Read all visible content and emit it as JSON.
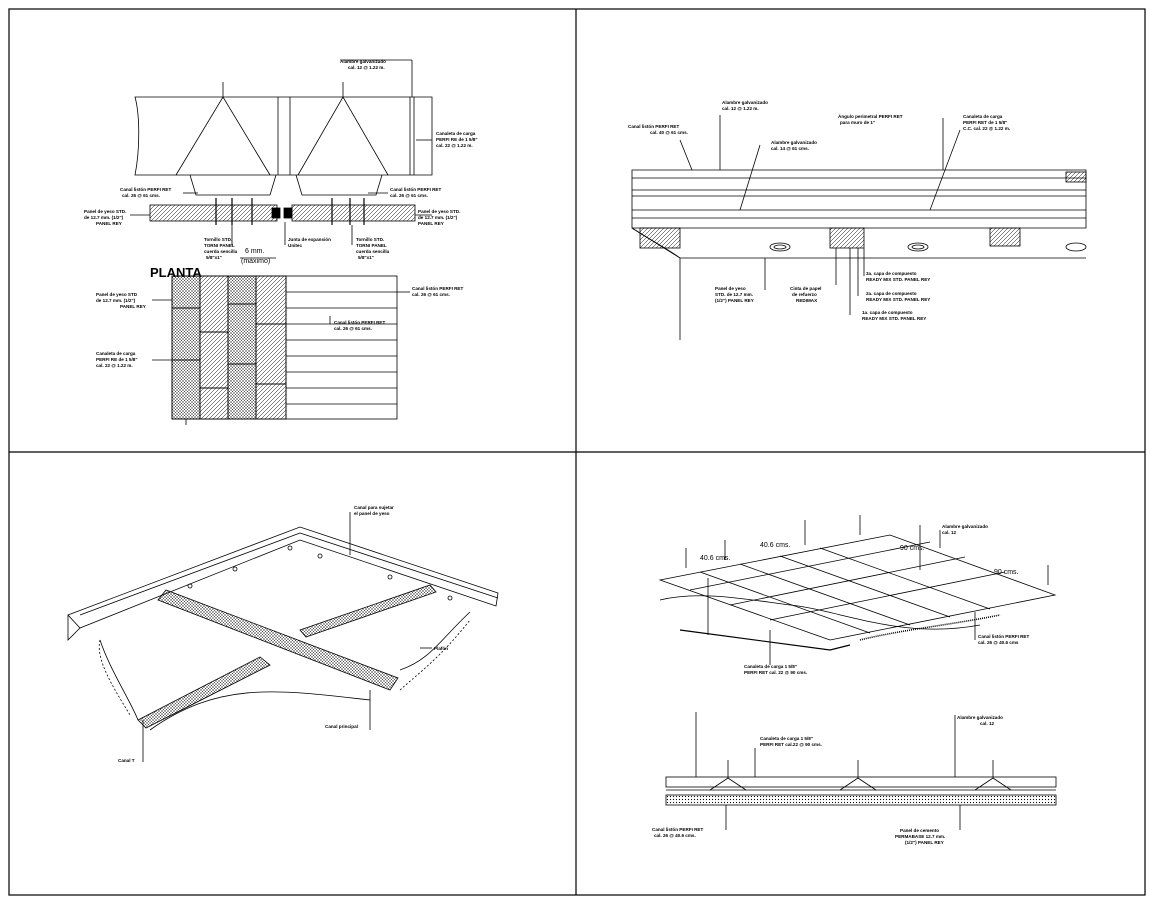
{
  "sheet": {
    "q1": {
      "title_plan": "PLANTA",
      "label_alambre": [
        "Alambre galvanizado",
        "cal. 12 @ 1.22 m."
      ],
      "label_canaleta_right": [
        "Canaleta de carga",
        "PERFI RE de 1 5/8\"",
        "cal. 22 @ 1.22 m."
      ],
      "label_canal_listón_left": [
        "Canal listón PERFI RET",
        "cal. 26 @ 61 cms."
      ],
      "label_canal_listón_right": [
        "Canal listón PERFI RET",
        "cal. 26 @ 61 cms."
      ],
      "label_panel_left": [
        "Panel de yeso STD.",
        "de 12.7 mm. (1/2\")",
        "PANEL REY"
      ],
      "label_panel_right": [
        "Panel de yeso STD.",
        "de 12.7 mm. (1/2\")",
        "PANEL REY"
      ],
      "label_tornillo_left": [
        "Tornillo STD.",
        "TORNI PANEL",
        "cuerda sencilla",
        "5/8\"x1\""
      ],
      "label_junta": [
        "Junta de expansión",
        "Unitec"
      ],
      "label_tornillo_right": [
        "Tornillo STD.",
        "TORNI PANEL",
        "cuerda sencilla",
        "5/8\"x1\""
      ],
      "label_6mm": "6 mm.",
      "label_maximo": "(máximo)",
      "label_plan_panel": [
        "Panel de yeso STD",
        "de 12.7 mm. (1/2\")",
        "PANEL REY"
      ],
      "label_plan_canaleta": [
        "Canaleta de carga",
        "PERFI RE de 1 5/8\"",
        "cal. 22 @ 1.22 m."
      ],
      "label_plan_canal_r1": [
        "Canal listón PERFI RET",
        "cal. 26 @ 61 cms."
      ],
      "label_plan_canal_r2": [
        "Canal listón PERFI RET",
        "cal. 26 @ 61 cms."
      ]
    },
    "q2": {
      "label_canal_liston": [
        "Canal listón PERFI RET",
        "cal. 40 @ 61 cms."
      ],
      "label_alambre": [
        "Alambre galvanizado",
        "cal. 12 @ 1.22 m."
      ],
      "label_alambre2": [
        "Alambre galvanizado",
        "cal. 14 @ 61 cms."
      ],
      "label_angulo": [
        "Ángulo perimetral PERFI RET",
        "para muro de 1\""
      ],
      "label_canaleta": [
        "Canaleta de carga",
        "PERFI RET de 1 5/8\"",
        "C.C. cal. 22 @ 1.22 m."
      ],
      "label_panel": [
        "Panel de yeso",
        "STD. de 12.7 mm.",
        "(1/2\") PANEL REY"
      ],
      "label_cinta": [
        "Cinta de papel",
        "de refuerzo",
        "REDIMAX"
      ],
      "label_capa3": [
        "3a. capa de compuesto",
        "READY MIX STD. PANEL REY"
      ],
      "label_capa2": [
        "2a. capa de compuesto",
        "READY MIX STD. PANEL REY"
      ],
      "label_capa1": [
        "1a. capa de compuesto",
        "READY MIX STD. PANEL REY"
      ]
    },
    "q3": {
      "label_canal_ajustar": [
        "Canal para sujetar",
        "el panel de yeso"
      ],
      "label_plafon": "Plafón",
      "label_canal_principal": "Canal principal",
      "label_canal_t": "Canal T"
    },
    "q4": {
      "dim_1": "40.6 cms.",
      "dim_2": "40.6 cms.",
      "dim_3": "90 cms.",
      "dim_4": "90 cms.",
      "label_alambre": [
        "Alambre galvanizado",
        "cal. 12"
      ],
      "label_canal_liston": [
        "Canal listón PERFI RET",
        "cal. 26 @ 40.6 cms"
      ],
      "label_canaleta": [
        "Canaleta de carga 1 5/8\"",
        "PERFI RET cal. 22 @ 90 cms."
      ],
      "label_sec_alambre": [
        "Alambre galvanizado",
        "cal. 12"
      ],
      "label_sec_canaleta": [
        "Canaleta de carga 1 5/8\"",
        "PERFI RET cal.22 @ 90 cms."
      ],
      "label_sec_canal": [
        "Canal listón PERFI RET",
        "cal. 26 @ 40.6 cms."
      ],
      "label_sec_panel": [
        "Panel de cemento",
        "PERMABASE 12.7 mm.",
        "(1/2\") PANEL REY"
      ]
    }
  }
}
